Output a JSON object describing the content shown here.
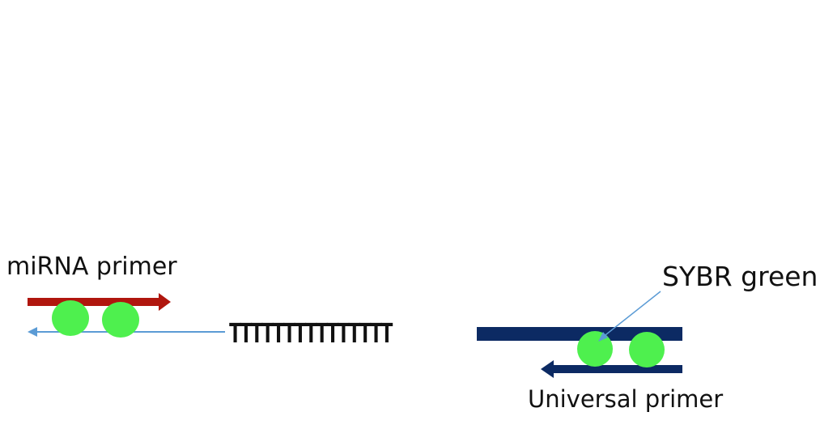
{
  "labels": {
    "mirna_primer": "miRNA primer",
    "sybr_green": "SYBR green",
    "universal_primer": "Universal primer",
    "poly_t": "TTTTTTTTTTTTTTT"
  },
  "colors": {
    "mirna_primer": "#b0160e",
    "cdna_strand": "#5b9bd5",
    "universal_strand": "#0c2a63",
    "sybr_dye": "#4ef04e",
    "text": "#111111"
  },
  "icons": {
    "sybr_dye": "green-circle",
    "primer_arrow": "arrow-right",
    "strand_arrow": "arrow-left"
  },
  "sybr_dye_count": 4
}
